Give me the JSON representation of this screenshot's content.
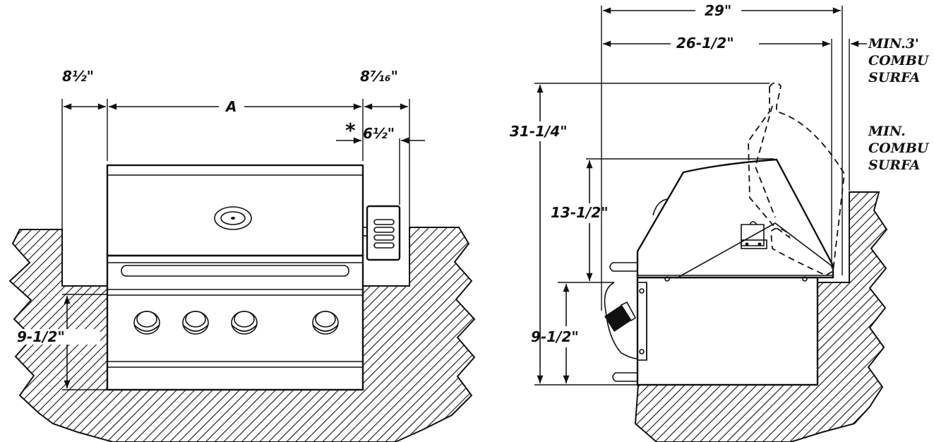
{
  "front_view": {
    "left_clearance": "8½\"",
    "width_label": "A",
    "right_clearance": "8⁷⁄₁₆\"",
    "asterisk": "*",
    "side_burner_label": "6½\"",
    "cutout_height": "9-1/2\""
  },
  "side_view": {
    "overall_depth": "29\"",
    "cutout_depth": "26-1/2\"",
    "open_lid_height": "31-1/4\"",
    "closed_lid_height": "13-1/2\"",
    "cutout_height": "9-1/2\"",
    "note_top": [
      "MIN.3'",
      "COMBU",
      "SURFA"
    ],
    "note_bottom": [
      "MIN.",
      "COMBU",
      "SURFA"
    ]
  },
  "colors": {
    "ink": "#111111",
    "paper": "#ffffff"
  }
}
